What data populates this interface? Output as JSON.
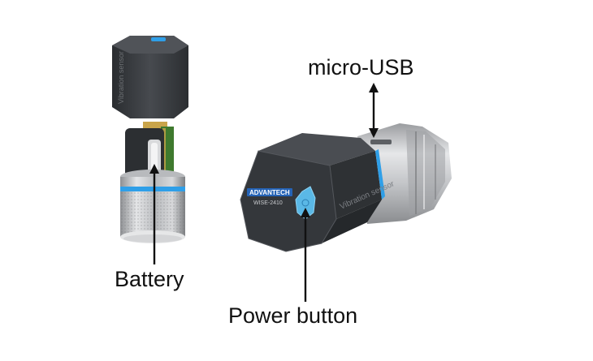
{
  "labels": {
    "micro_usb": "micro-USB",
    "battery": "Battery",
    "power_button": "Power button"
  },
  "device": {
    "brand": "ADVANTECH",
    "model": "WISE-2410",
    "side_text": "Vibration sensor"
  },
  "colors": {
    "housing": "#3a3d41",
    "housing_dark": "#25282b",
    "metal": "#c8c9cb",
    "accent_blue": "#2f9fe8",
    "power_button": "#5ab8e6",
    "pcb_green": "#3f7a2e",
    "flex_orange": "#c9a44a",
    "annotation": "#111111"
  }
}
